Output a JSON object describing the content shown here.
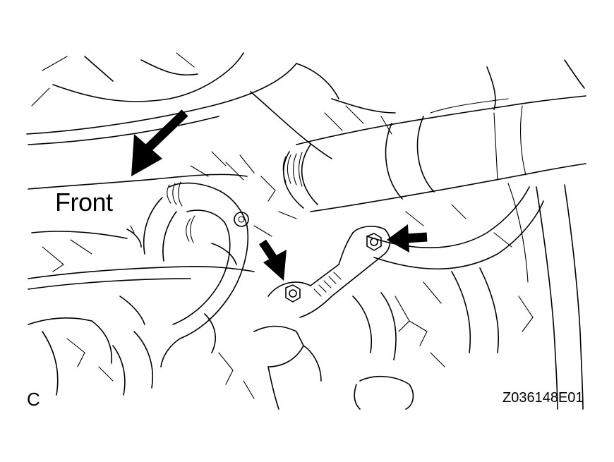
{
  "labels": {
    "front": "Front",
    "view_letter": "C",
    "figure_code": "Z036148E01"
  },
  "colors": {
    "line": "#000000",
    "background": "#ffffff"
  },
  "icons": {
    "direction_arrow": "arrow-icon",
    "bolt": "bolt-icon"
  }
}
